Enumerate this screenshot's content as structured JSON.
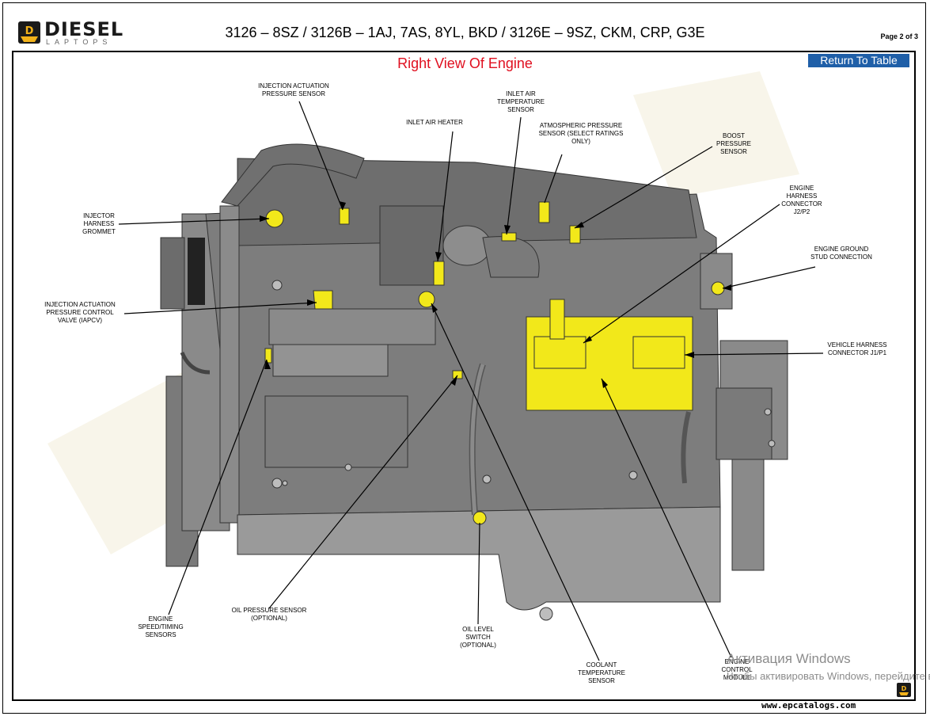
{
  "header": {
    "brand_name": "DIESEL",
    "brand_sub": "LAPTOPS",
    "title": "3126 – 8SZ / 3126B – 1AJ, 7AS, 8YL, BKD / 3126E – 9SZ, CKM, CRP, G3E",
    "page_label": "Page 2 of 3"
  },
  "section_title": "Right View Of Engine",
  "return_button": "Return To Table",
  "labels": {
    "iap_sensor": "INJECTION ACTUATION PRESSURE SENSOR",
    "inlet_air_temp": "INLET AIR TEMPERATURE SENSOR",
    "inlet_air_heater": "INLET AIR HEATER",
    "atmospheric": "ATMOSPHERIC PRESSURE SENSOR (SELECT RATINGS ONLY)",
    "boost": "BOOST PRESSURE SENSOR",
    "harness_j2": "ENGINE HARNESS CONNECTOR J2/P2",
    "ground_stud": "ENGINE GROUND STUD CONNECTION",
    "injector_grommet": "INJECTOR HARNESS GROMMET",
    "iapcv": "INJECTION ACTUATION PRESSURE CONTROL VALVE (IAPCV)",
    "vehicle_harness": "VEHICLE HARNESS CONNECTOR J1/P1",
    "speed_timing": "ENGINE SPEED/TIMING SENSORS",
    "oil_pressure": "OIL PRESSURE SENSOR (OPTIONAL)",
    "oil_level": "OIL LEVEL SWITCH (OPTIONAL)",
    "coolant_temp": "COOLANT TEMPERATURE SENSOR",
    "ecm": "ENGINE CONTROL MODULE"
  },
  "watermark": {
    "line1": "Активация Windows",
    "line2": "Чтобы активировать Windows, перейдите в раздел"
  },
  "footer_site": "www.epcatalogs.com",
  "colors": {
    "title_red": "#e01020",
    "button_blue": "#1f5fa8",
    "highlight_yellow": "#f2e81a",
    "engine_gray": "#7d7d7d"
  }
}
